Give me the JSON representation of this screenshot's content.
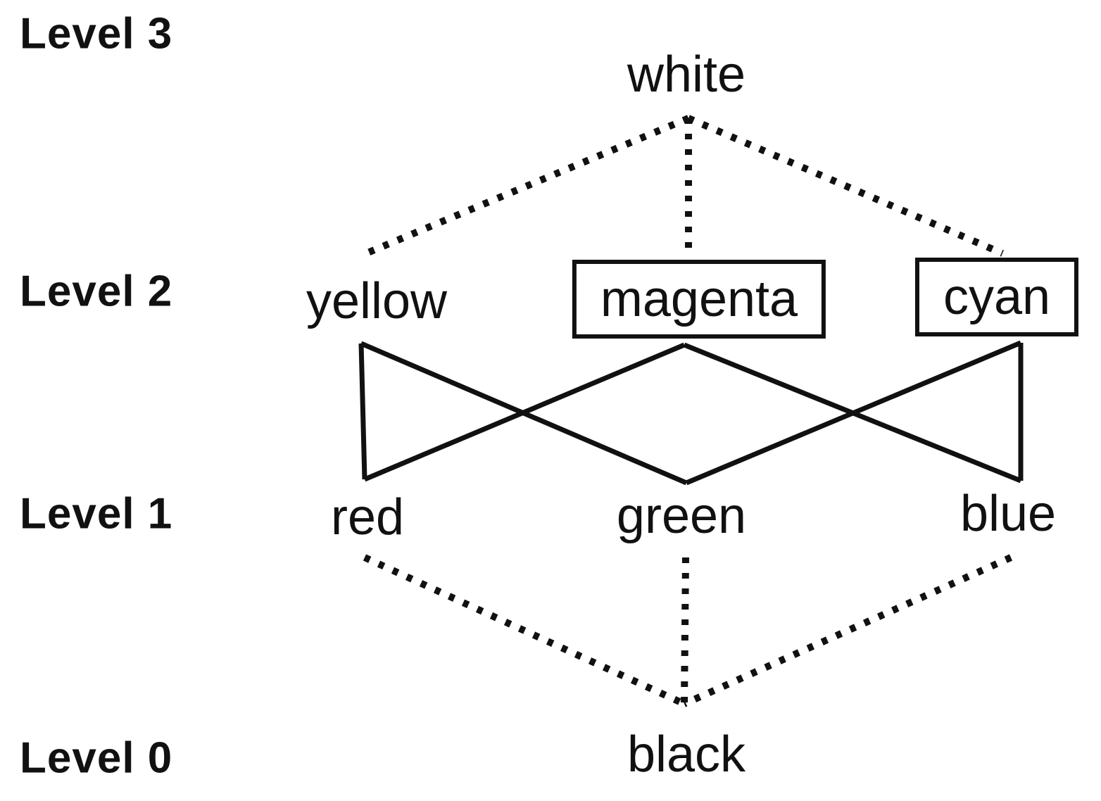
{
  "diagram": {
    "type": "lattice",
    "description": "Color lattice hierarchy from black to white",
    "levels": [
      {
        "label": "Level 3"
      },
      {
        "label": "Level 2"
      },
      {
        "label": "Level 1"
      },
      {
        "label": "Level 0"
      }
    ],
    "nodes": [
      {
        "id": "white",
        "label": "white",
        "level": 3,
        "boxed": false
      },
      {
        "id": "yellow",
        "label": "yellow",
        "level": 2,
        "boxed": false
      },
      {
        "id": "magenta",
        "label": "magenta",
        "level": 2,
        "boxed": true
      },
      {
        "id": "cyan",
        "label": "cyan",
        "level": 2,
        "boxed": true
      },
      {
        "id": "red",
        "label": "red",
        "level": 1,
        "boxed": false
      },
      {
        "id": "green",
        "label": "green",
        "level": 1,
        "boxed": false
      },
      {
        "id": "blue",
        "label": "blue",
        "level": 1,
        "boxed": false
      },
      {
        "id": "black",
        "label": "black",
        "level": 0,
        "boxed": false
      }
    ],
    "edges": [
      {
        "from": "white",
        "to": "yellow",
        "style": "dotted"
      },
      {
        "from": "white",
        "to": "magenta",
        "style": "dotted"
      },
      {
        "from": "white",
        "to": "cyan",
        "style": "dotted"
      },
      {
        "from": "yellow",
        "to": "red",
        "style": "solid"
      },
      {
        "from": "yellow",
        "to": "green",
        "style": "solid"
      },
      {
        "from": "magenta",
        "to": "red",
        "style": "solid"
      },
      {
        "from": "magenta",
        "to": "blue",
        "style": "solid"
      },
      {
        "from": "cyan",
        "to": "green",
        "style": "solid"
      },
      {
        "from": "cyan",
        "to": "blue",
        "style": "solid"
      },
      {
        "from": "red",
        "to": "black",
        "style": "dotted"
      },
      {
        "from": "green",
        "to": "black",
        "style": "dotted"
      },
      {
        "from": "blue",
        "to": "black",
        "style": "dotted"
      }
    ],
    "colors": {
      "ink": "#111111",
      "background": "#ffffff"
    }
  }
}
